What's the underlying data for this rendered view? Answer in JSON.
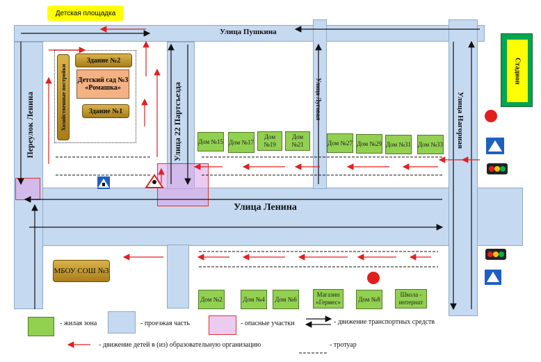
{
  "playground": "Детская площадка",
  "stadium": "Стадион",
  "streets": {
    "pushkina": "Улица Пушкина",
    "lenina": "Улица Ленина",
    "pereulok_lenina": "Переулок Ленина",
    "partsezda": "Улица 22 Партсъезда",
    "lugovaya": "Улица Луговая",
    "nagornaya": "Улица Нагорная"
  },
  "kindergarten": {
    "building2": "Здание №2",
    "main": "Детский сад №3 «Ромашка»",
    "building1": "Здание №1",
    "outbuildings": "Хозяйственные постройки"
  },
  "houses_north": [
    "Дом №15",
    "Дом №17",
    "Дом №19",
    "Дом №21",
    "Дом №27",
    "Дом №29",
    "Дом №31",
    "Дом №33"
  ],
  "houses_south": [
    "Дом №2",
    "Дом №4",
    "Дом №6",
    "Магазин «Гермес»",
    "Дом №8",
    "Школа - интернат"
  ],
  "school": "МБОУ СОШ №3",
  "legend": {
    "living": "- жилая зона",
    "roadway": "-   проезжая часть",
    "danger": "- опасные участки",
    "traffic": "- движение транспортных средств",
    "children": "- движение детей в (из) образовательную организацию",
    "sidewalk": "- тротуар"
  },
  "colors": {
    "road": "#c5d9f1",
    "living": "#92d050",
    "danger": "#e03030",
    "playground": "#ffff00"
  }
}
